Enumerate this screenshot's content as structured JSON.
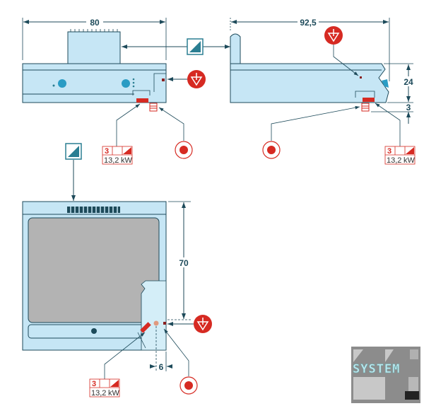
{
  "colors": {
    "body": "#c6e6f5",
    "outline": "#1d4a5a",
    "pan": "#b3b3b3",
    "red": "#d62a22",
    "water": "#2a7e92"
  },
  "dimensions": {
    "front_width": "80",
    "side_depth": "92,5",
    "side_height": "24",
    "side_foot": "3",
    "plan_depth": "70",
    "plan_offset": "6"
  },
  "electrical": {
    "phases": "3",
    "power": "13,2",
    "unit": "kW"
  },
  "icons": [
    "water-inlet-icon",
    "equipotential-ground-icon",
    "electrical-connection-icon"
  ],
  "logo": {
    "text": "SYSTEM"
  }
}
